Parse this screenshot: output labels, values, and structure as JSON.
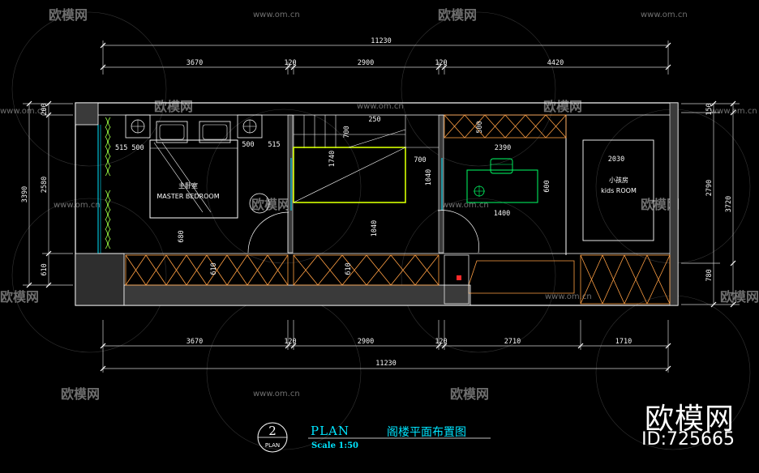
{
  "dimensions": {
    "top_total": "11230",
    "top_segments": [
      "3670",
      "120",
      "2900",
      "120",
      "4420"
    ],
    "bottom_total": "11230",
    "bottom_segments": [
      "3670",
      "120",
      "2900",
      "120",
      "2710",
      "1710"
    ],
    "left_outer": "3390",
    "left_inner": [
      "200",
      "2580",
      "610"
    ],
    "right_outer": "3720",
    "right_inner": [
      "150",
      "2790",
      "780"
    ],
    "interior": {
      "d500a": "500",
      "d515a": "515",
      "d500b": "500",
      "d515b": "515",
      "d250": "250",
      "d700v": "700",
      "d500c": "500",
      "d1740": "1740",
      "d700": "700",
      "d2390": "2390",
      "d1040a": "1040",
      "d600": "600",
      "d1400": "1400",
      "d2030": "2030",
      "d680": "680",
      "d1040b": "1040",
      "d610a": "610",
      "d610b": "610"
    }
  },
  "rooms": {
    "master_cn": "主卧室",
    "master_en": "MASTER BEDROOM",
    "kids_cn": "小孩房",
    "kids_en": "kids ROOM"
  },
  "title_block": {
    "number": "2",
    "sub": "PLAN",
    "title": "PLAN",
    "scale": "Scale  1:50",
    "cn_title": "阁楼平面布置图"
  },
  "watermark": {
    "logo": "欧模网",
    "url": "www.om.cn"
  },
  "brand": {
    "name": "欧模网",
    "id": "ID:725665"
  },
  "colors": {
    "walls": "#ffffff",
    "dims": "#e8e8e8",
    "furniture": "#00ff66",
    "cabinets": "#ff9f43",
    "accent": "#00e5ff",
    "highlight": "#e6ff00",
    "red": "#ff2a2a"
  }
}
